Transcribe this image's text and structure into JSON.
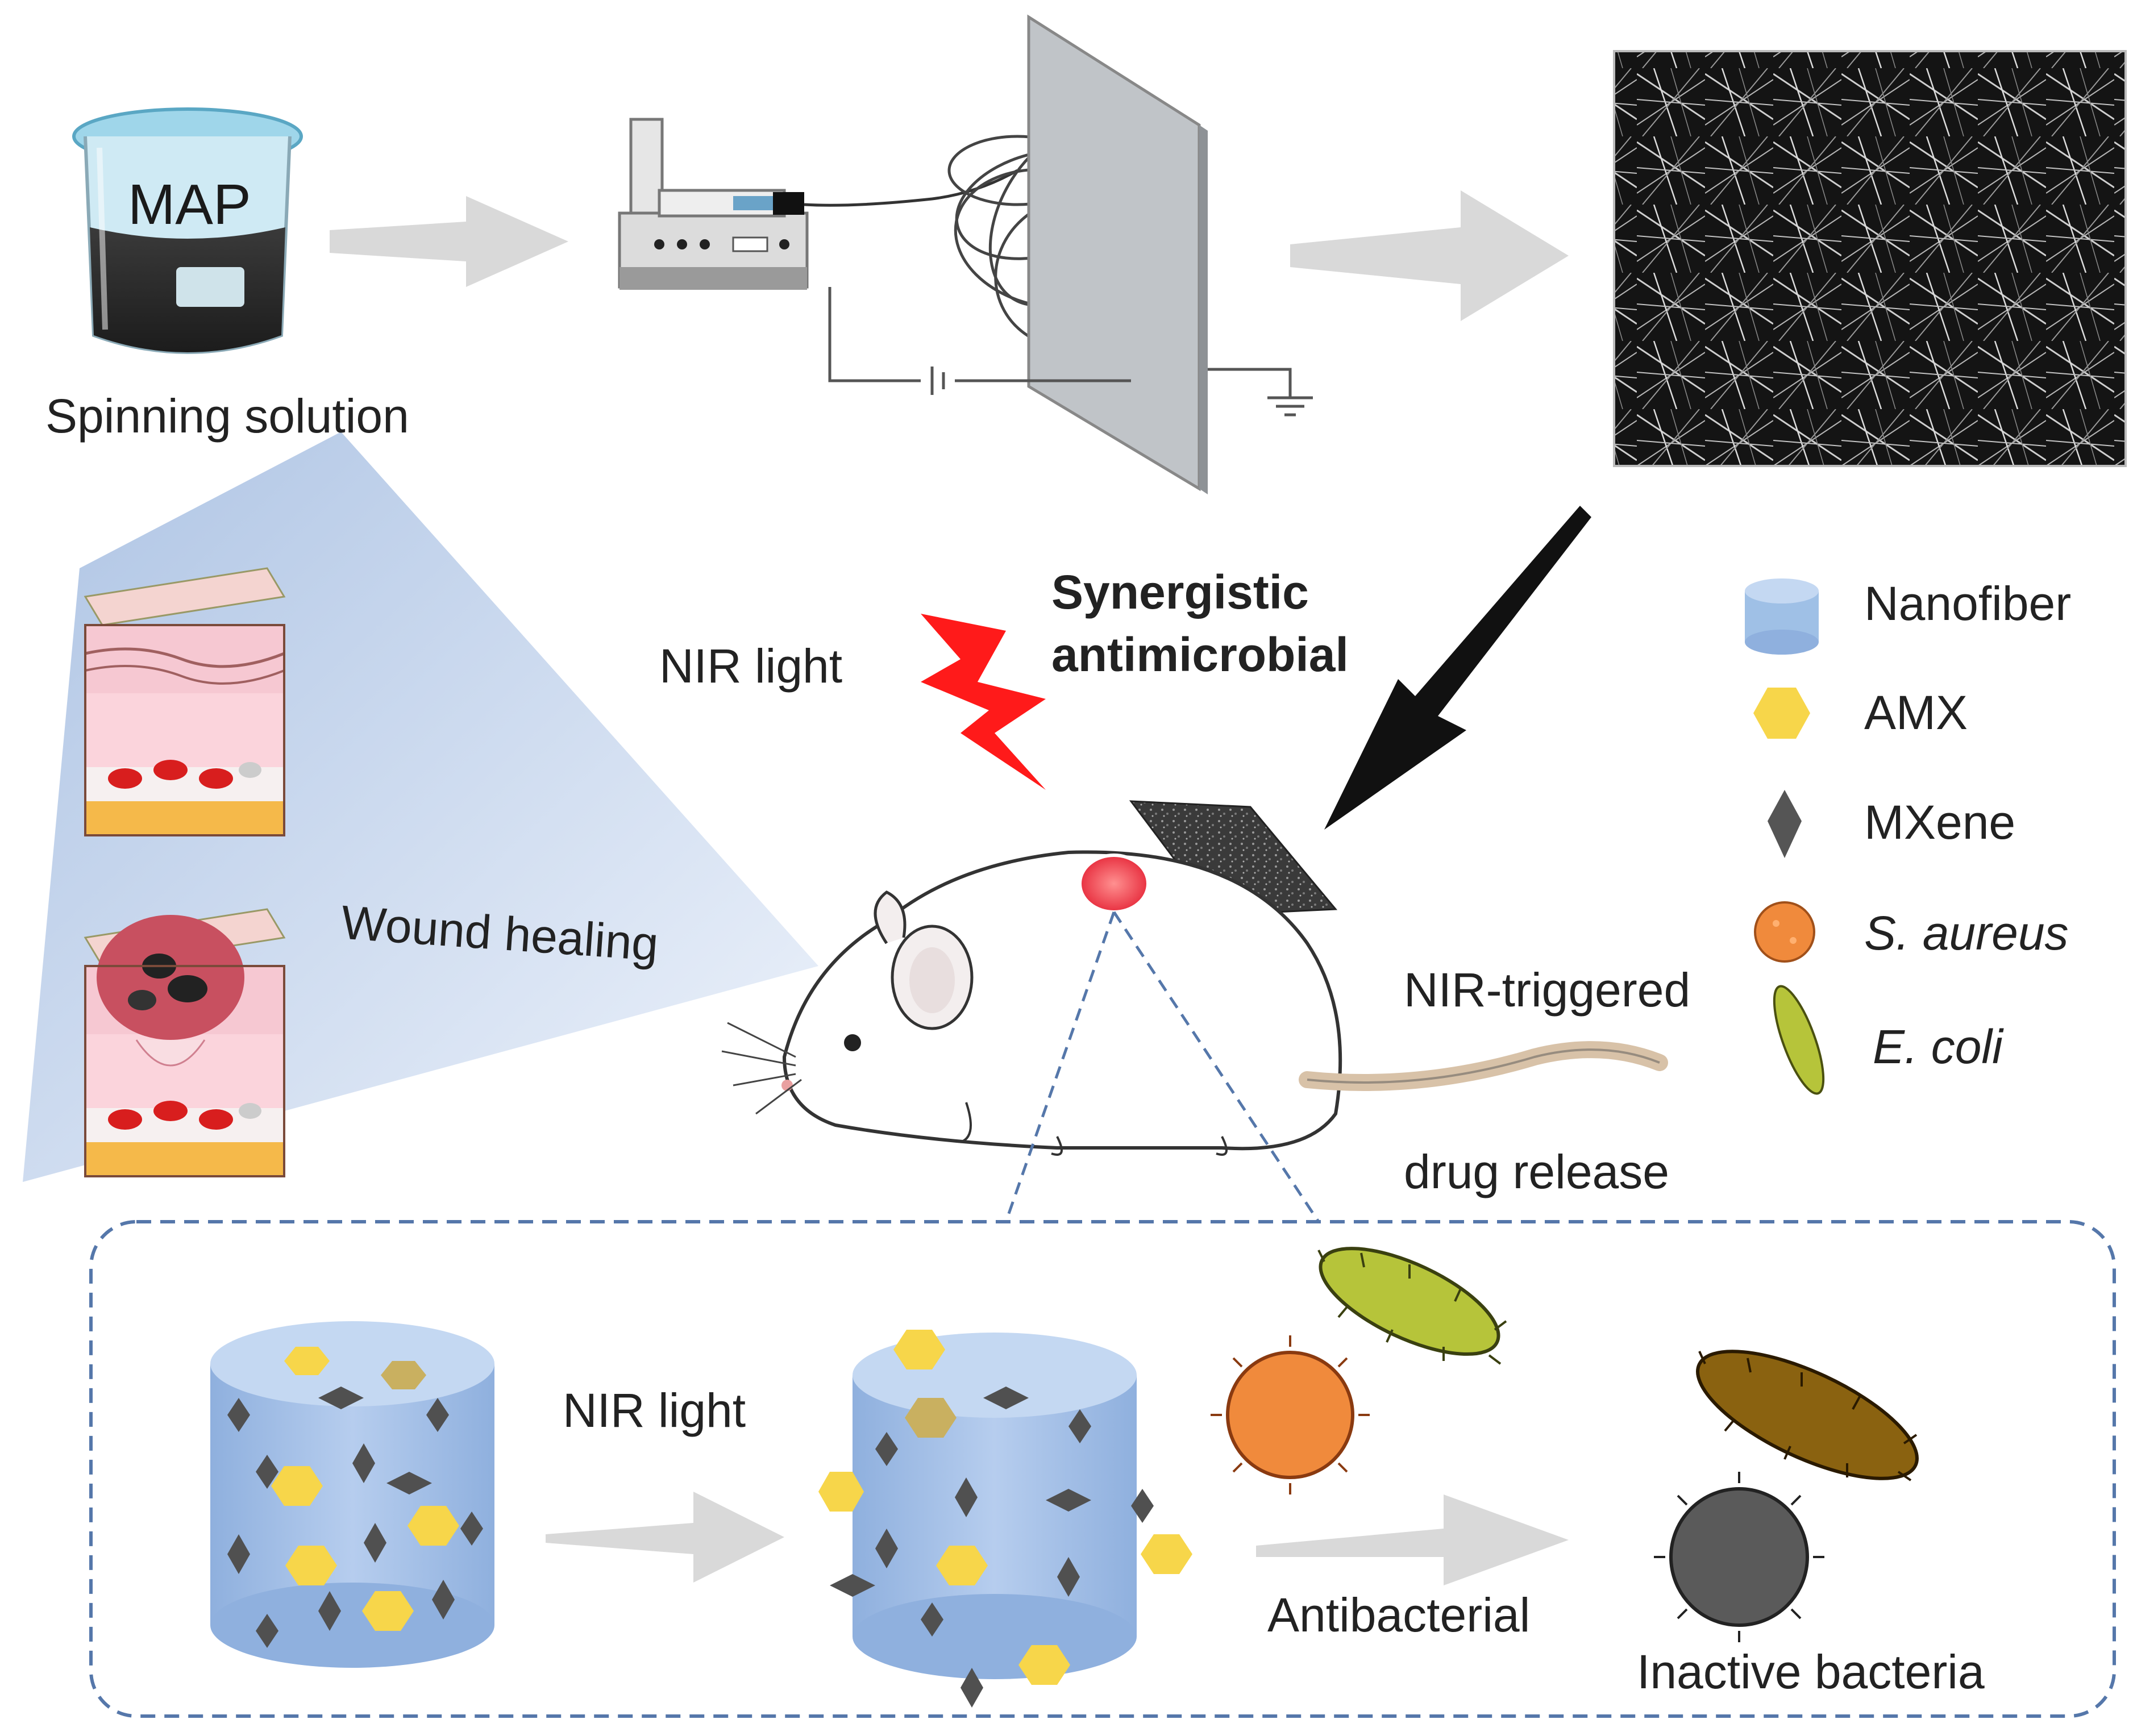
{
  "labels": {
    "map": "MAP",
    "spinning_solution": "Spinning solution",
    "nir_light_top": "NIR light",
    "synergistic_line1": "Synergistic",
    "synergistic_line2": "antimicrobial",
    "wound_healing": "Wound healing",
    "nir_triggered": "NIR-triggered",
    "drug_release": "drug release",
    "nir_light_bottom": "NIR light",
    "antibacterial": "Antibacterial",
    "inactive_bacteria": "Inactive bacteria"
  },
  "legend": {
    "items": [
      {
        "label": "Nanofiber",
        "icon": "cylinder-icon",
        "color": "#9fc0e6"
      },
      {
        "label": "AMX",
        "icon": "hexagon-icon",
        "color": "#f7d64a"
      },
      {
        "label": "MXene",
        "icon": "diamond-icon",
        "color": "#555555"
      },
      {
        "label": "S. aureus",
        "icon": "coccus-icon",
        "color": "#f08a3c"
      },
      {
        "label": "E. coli",
        "icon": "bacillus-icon",
        "color": "#b6c43a"
      }
    ]
  },
  "colors": {
    "arrow_gray": "#d9d9d9",
    "nir_red": "#ff1a1a",
    "nanofiber_blue": "#a8c4e8",
    "amx_yellow": "#f7d64a",
    "mxene_gray": "#505050",
    "dashed_box": "#5577aa",
    "sem_background": "#141414"
  }
}
